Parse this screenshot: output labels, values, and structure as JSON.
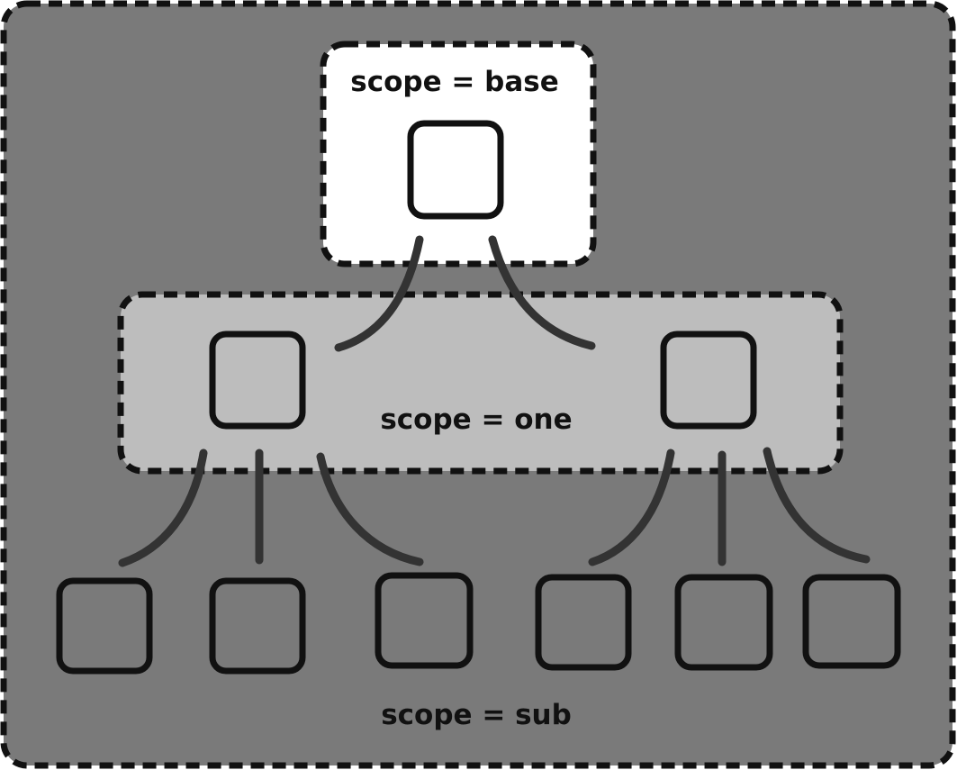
{
  "scopes": {
    "sub": {
      "label": "scope = sub",
      "fill": "#7a7a7a"
    },
    "one": {
      "label": "scope = one",
      "fill": "#bdbdbd"
    },
    "base": {
      "label": "scope = base",
      "fill": "#ffffff"
    }
  },
  "colors": {
    "border": "#111111",
    "node_outline": "#111111",
    "edge": "#333333"
  },
  "tree": {
    "root": "base-entry",
    "level_one": [
      "one-entry-left",
      "one-entry-right"
    ],
    "level_sub_left": [
      "sub-entry-1",
      "sub-entry-2",
      "sub-entry-3"
    ],
    "level_sub_right": [
      "sub-entry-4",
      "sub-entry-5",
      "sub-entry-6"
    ]
  }
}
